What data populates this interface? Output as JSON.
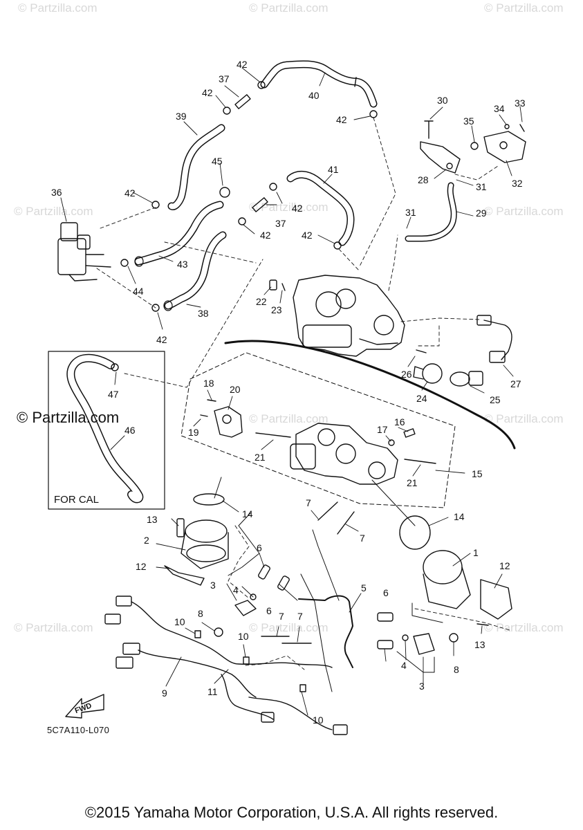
{
  "watermark": "© Partzilla.com",
  "brand": "© Partzilla.com",
  "inset_label": "FOR CAL",
  "forward_label": "FWD",
  "diagram_code": "5C7A110-L070",
  "copyright": "©2015 Yamaha Motor Corporation, U.S.A. All rights reserved.",
  "callouts": [
    "1",
    "2",
    "3",
    "3",
    "4",
    "4",
    "5",
    "6",
    "6",
    "6",
    "7",
    "7",
    "7",
    "7",
    "8",
    "8",
    "9",
    "10",
    "10",
    "10",
    "11",
    "12",
    "12",
    "13",
    "13",
    "14",
    "14",
    "15",
    "16",
    "17",
    "18",
    "19",
    "20",
    "21",
    "21",
    "22",
    "23",
    "24",
    "25",
    "26",
    "27",
    "28",
    "29",
    "30",
    "31",
    "31",
    "32",
    "33",
    "34",
    "35",
    "36",
    "37",
    "37",
    "38",
    "39",
    "40",
    "41",
    "42",
    "42",
    "42",
    "42",
    "42",
    "42",
    "42",
    "42",
    "43",
    "44",
    "45",
    "46",
    "47"
  ]
}
